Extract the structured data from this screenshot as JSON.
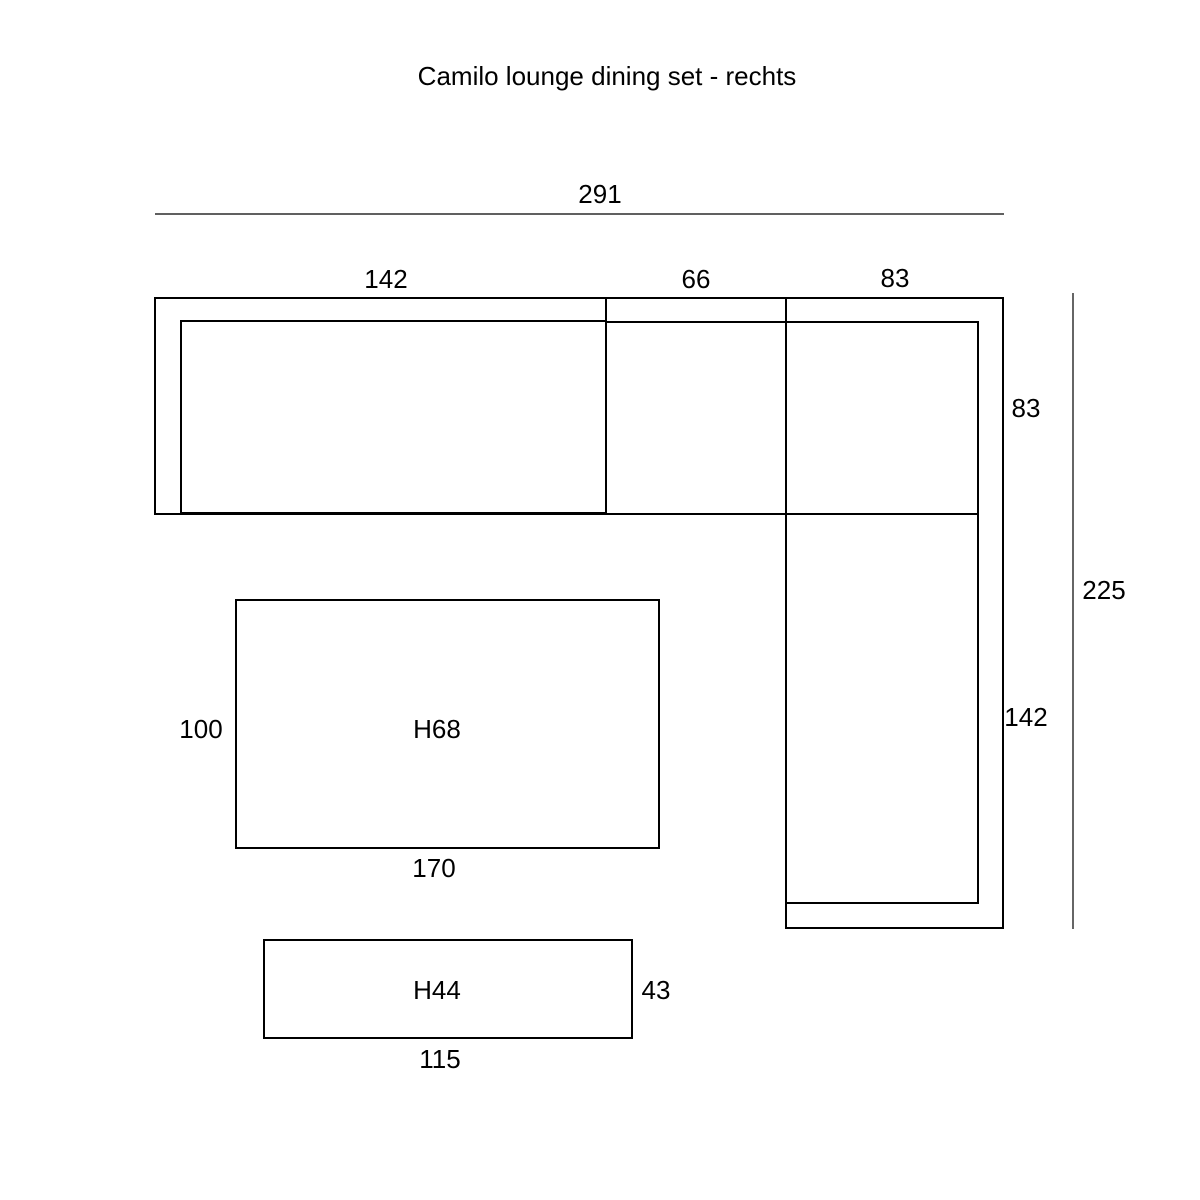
{
  "title": "Camilo lounge dining set - rechts",
  "dimensions": {
    "overall_width": "291",
    "overall_depth": "225",
    "sofa_left_width": "142",
    "sofa_middle_width": "66",
    "sofa_corner_width": "83",
    "sofa_corner_depth": "83",
    "sofa_right_depth": "142",
    "table_depth": "100",
    "table_width": "170",
    "table_height": "H68",
    "bench_width": "115",
    "bench_depth": "43",
    "bench_height": "H44"
  },
  "colors": {
    "line": "#000000",
    "background": "#ffffff"
  }
}
